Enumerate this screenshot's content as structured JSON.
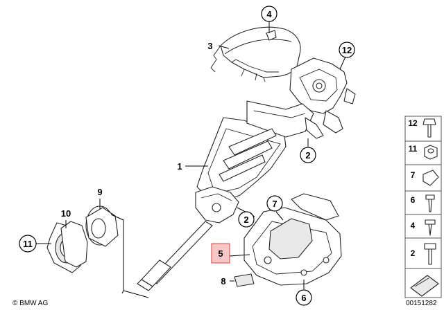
{
  "callouts": {
    "c1": "1",
    "c2a": "2",
    "c2b": "2",
    "c3": "3",
    "c4": "4",
    "c5": "5",
    "c6": "6",
    "c7": "7",
    "c8": "8",
    "c9": "9",
    "c10": "10",
    "c11": "11",
    "c12": "12"
  },
  "legend": {
    "items": [
      "12",
      "11",
      "7",
      "6",
      "4",
      "2"
    ],
    "footer_right": "00151282"
  },
  "footer_left": "© BMW AG",
  "colors": {
    "highlight": "#f7c7c7",
    "highlight_border": "#d04040",
    "legend_border": "#555555"
  }
}
